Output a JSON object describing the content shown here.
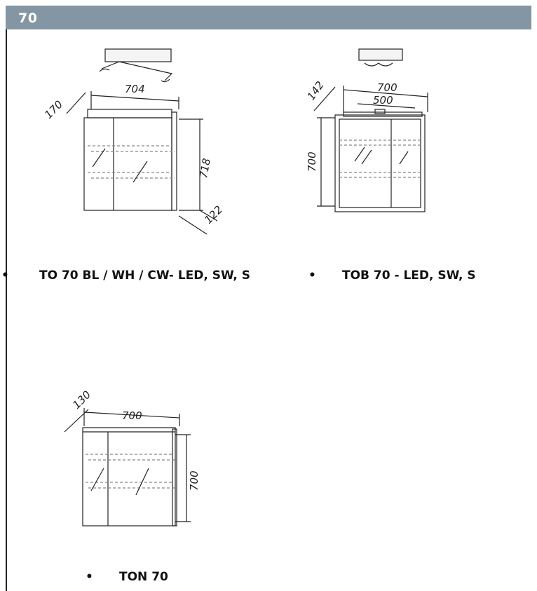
{
  "header": {
    "title": "70"
  },
  "products": [
    {
      "bullet": "•",
      "caption": "TO 70 BL / WH / CW- LED, SW, S",
      "dims": {
        "width": "704",
        "depth": "170",
        "height": "718",
        "bottom": "122"
      }
    },
    {
      "bullet": "•",
      "caption": "TOB 70 - LED, SW, S",
      "dims": {
        "width": "700",
        "inner_width": "500",
        "depth": "142",
        "height": "700"
      }
    },
    {
      "bullet": "•",
      "caption": "TON 70",
      "dims": {
        "width": "700",
        "depth": "130",
        "height": "700"
      }
    }
  ]
}
